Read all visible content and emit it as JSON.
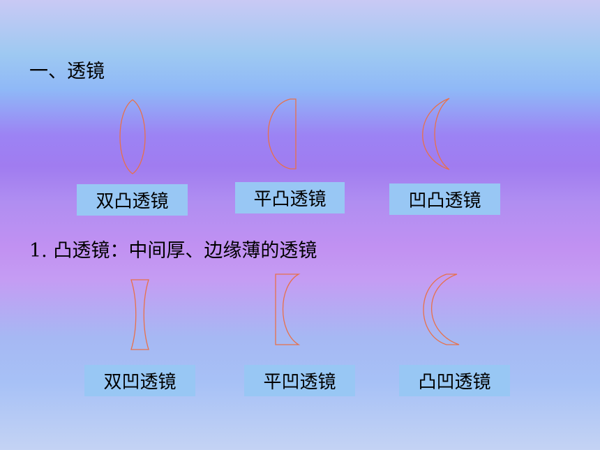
{
  "section_title": "一、透镜",
  "convex_definition": "1. 凸透镜：中间厚、边缘薄的透镜",
  "convex_lenses": [
    {
      "label": "双凸透镜",
      "shape": "biconvex"
    },
    {
      "label": "平凸透镜",
      "shape": "plano-convex"
    },
    {
      "label": "凹凸透镜",
      "shape": "concave-convex"
    }
  ],
  "concave_lenses": [
    {
      "label": "双凹透镜",
      "shape": "biconcave"
    },
    {
      "label": "平凹透镜",
      "shape": "plano-concave"
    },
    {
      "label": "凸凹透镜",
      "shape": "convex-concave"
    }
  ],
  "colors": {
    "lens_stroke": "#e8704a",
    "label_bg": "#98c7f4"
  }
}
